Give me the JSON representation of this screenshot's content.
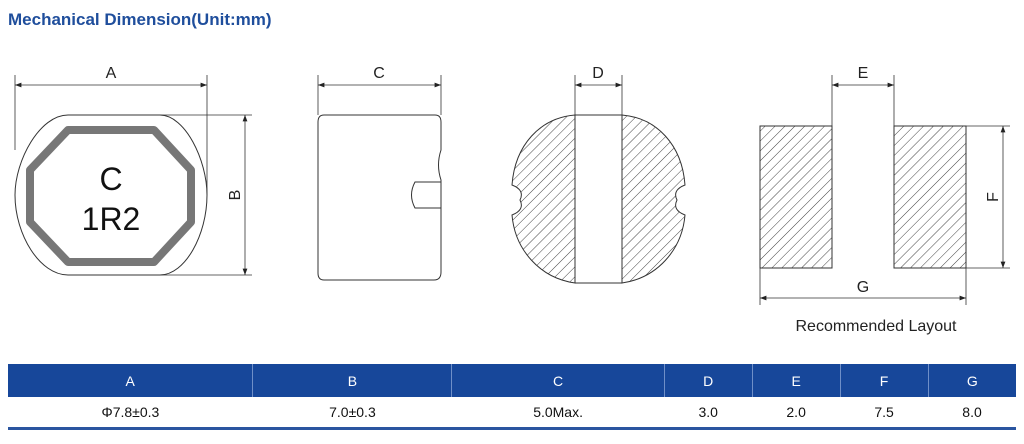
{
  "title": "Mechanical Dimension(Unit:mm)",
  "drawing": {
    "marking_line1": "C",
    "marking_line2": "1R2",
    "dims": [
      "A",
      "B",
      "C",
      "D",
      "E",
      "F",
      "G"
    ],
    "layout_caption": "Recommended Layout"
  },
  "table": {
    "headers": [
      "A",
      "B",
      "C",
      "D",
      "E",
      "F",
      "G"
    ],
    "values": [
      "Φ7.8±0.3",
      "7.0±0.3",
      "5.0Max.",
      "3.0",
      "2.0",
      "7.5",
      "8.0"
    ]
  },
  "colors": {
    "accent": "#17479a"
  }
}
